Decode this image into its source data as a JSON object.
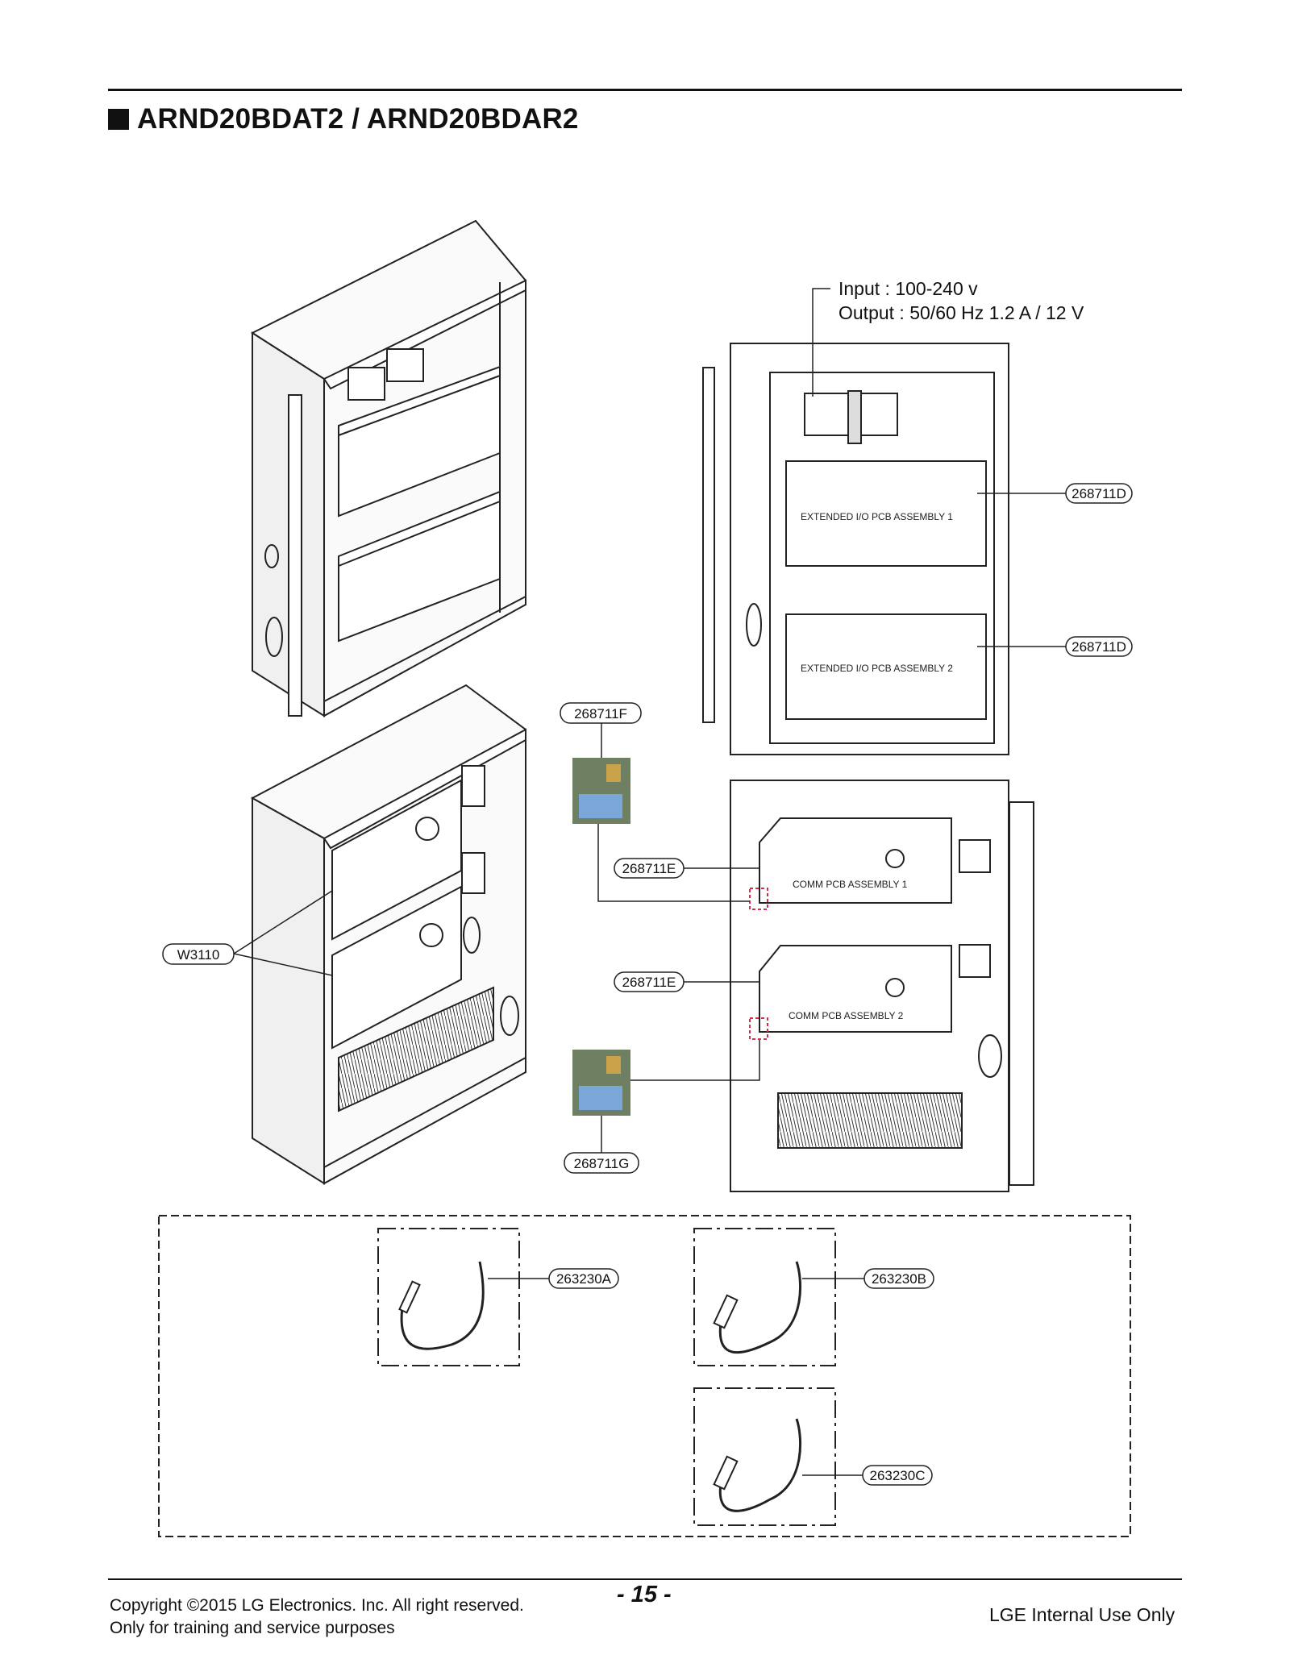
{
  "page": {
    "title": "ARND20BDAT2 / ARND20BDAR2",
    "page_number": "- 15 -",
    "footer": {
      "copyright_line1": "Copyright ©2015 LG Electronics. Inc. All right reserved.",
      "copyright_line2": "Only for training and service purposes",
      "internal": "LGE Internal Use Only"
    }
  },
  "diagram": {
    "power_supply": {
      "input": "Input : 100-240 v",
      "output": "Output : 50/60 Hz 1.2 A / 12 V"
    },
    "boards": {
      "pcb1": "EXTENDED I/O PCB ASSEMBLY 1",
      "pcb2": "EXTENDED I/O PCB ASSEMBLY 2",
      "comm1": "COMM PCB ASSEMBLY 1",
      "comm2": "COMM PCB ASSEMBLY 2"
    },
    "part_labels": {
      "d1": "268711D",
      "d2": "268711D",
      "f": "268711F",
      "e1": "268711E",
      "e2": "268711E",
      "g": "268711G",
      "w": "W3110",
      "a": "263230A",
      "b": "263230B",
      "c": "263230C"
    }
  }
}
